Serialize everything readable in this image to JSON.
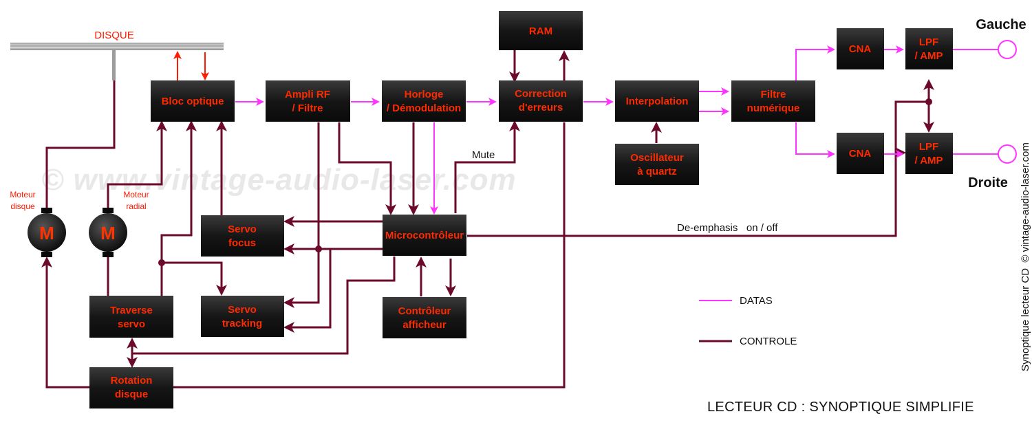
{
  "disc_label": "DISQUE",
  "blocks": {
    "ram": "RAM",
    "bloc_optique": "Bloc optique",
    "ampli_rf": [
      "Ampli RF",
      "/ Filtre"
    ],
    "horloge": [
      "Horloge",
      "/ Démodulation"
    ],
    "correction": [
      "Correction",
      "d'erreurs"
    ],
    "interpolation": "Interpolation",
    "oscillateur": [
      "Oscillateur",
      "à quartz"
    ],
    "filtre_num": [
      "Filtre",
      "numérique"
    ],
    "cna_left": "CNA",
    "cna_right": "CNA",
    "lpf_left": [
      "LPF",
      "/ AMP"
    ],
    "lpf_right": [
      "LPF",
      "/ AMP"
    ],
    "servo_focus": [
      "Servo",
      "focus"
    ],
    "microcontroleur": "Microcontrôleur",
    "servo_tracking": [
      "Servo",
      "tracking"
    ],
    "controleur_afficheur": [
      "Contrôleur",
      "afficheur"
    ],
    "traverse_servo": [
      "Traverse",
      "servo"
    ],
    "rotation_disque": [
      "Rotation",
      "disque"
    ]
  },
  "motors": {
    "disc_motor_label": [
      "Moteur",
      "disque"
    ],
    "radial_motor_label": [
      "Moteur",
      "radial"
    ],
    "symbol": "M"
  },
  "outputs": {
    "left": "Gauche",
    "right": "Droite"
  },
  "signals": {
    "mute": "Mute",
    "deemphasis": "De-emphasis   on / off"
  },
  "legend": [
    {
      "label": "DATAS",
      "color": "#ff33ff"
    },
    {
      "label": "CONTROLE",
      "color": "#6b0a2a"
    }
  ],
  "title": "LECTEUR CD : SYNOPTIQUE SIMPLIFIE",
  "watermark": "© www.vintage-audio-laser.com",
  "side_credit": "Synoptique lecteur CD  © vintage-audio-laser.com",
  "colors": {
    "data": "#ff33ff",
    "control": "#6b0a2a",
    "block": "#1c1c1c",
    "block_text": "#ff2a00",
    "disc_red": "#ff1a00"
  }
}
